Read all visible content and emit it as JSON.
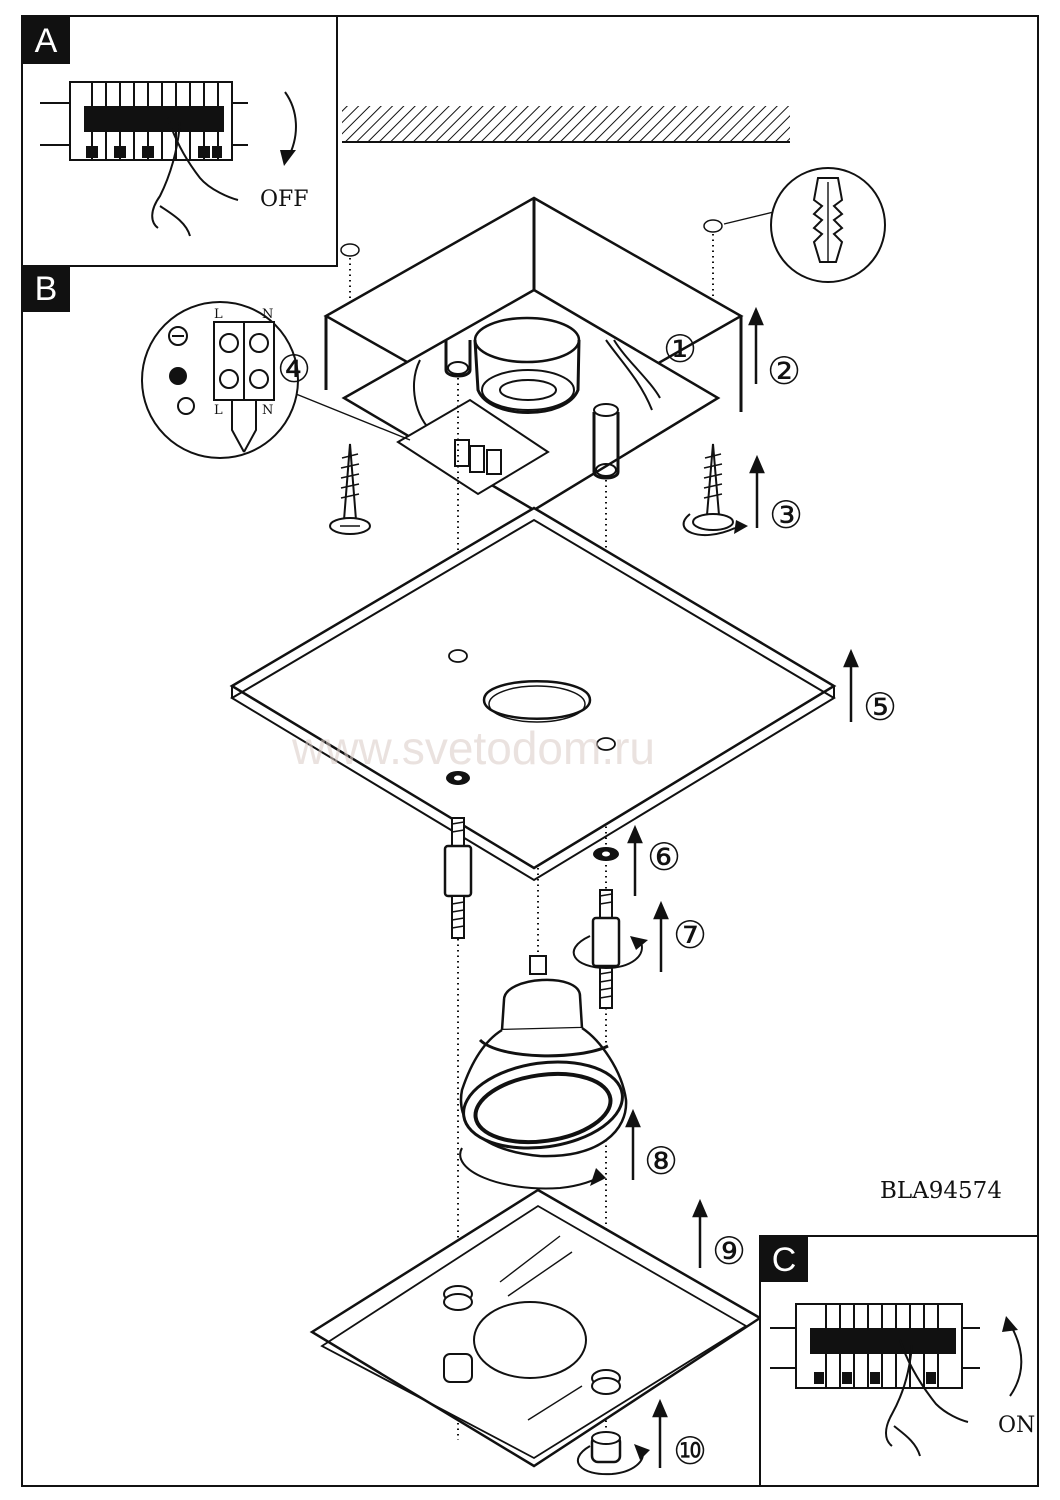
{
  "panels": {
    "a": {
      "label": "A",
      "action": "OFF"
    },
    "b": {
      "label": "B"
    },
    "c": {
      "label": "C",
      "action": "ON"
    }
  },
  "steps": [
    "①",
    "②",
    "③",
    "④",
    "⑤",
    "⑥",
    "⑦",
    "⑧",
    "⑨",
    "⑩"
  ],
  "terminal": {
    "l_top": "L",
    "n_top": "N",
    "l_bottom": "L",
    "n_bottom": "N"
  },
  "model_code": "BLA94574",
  "watermark": "www.svetodom.ru"
}
